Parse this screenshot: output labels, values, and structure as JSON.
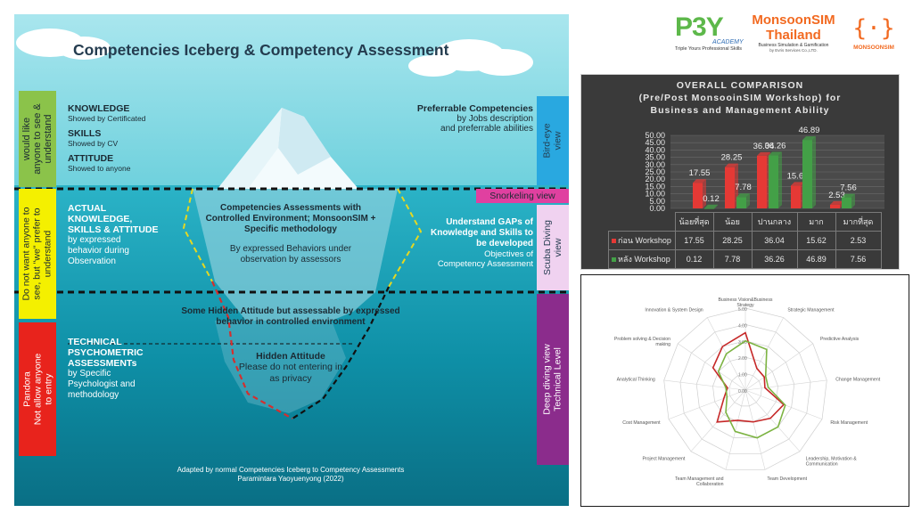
{
  "logos": {
    "p3y_main": "P3Y",
    "p3y_sub": "ACADEMY",
    "p3y_tagline": "Triple Yours Professional Skills",
    "monsoon_line1": "MonsoonSIM",
    "monsoon_line2": "Thailand",
    "monsoon_tag1": "Business Simulation & Gamification",
    "monsoon_tag2": "by Evris Services Co.,LTD.",
    "monsoon_brand": "MONSOONSIM",
    "brace_glyph": "{·}"
  },
  "iceberg": {
    "title": "Competencies Iceberg & Competency Assessment",
    "left_labels": {
      "green": "would like\nanyone to see &\nunderstand",
      "yellow": "Do not want anyone to\nsee, but \"we\" prefer to\nunderstand",
      "red": "Pandora\nNot allow anyone\nto entry"
    },
    "right_labels": {
      "birdeye": "Bird-eye\nview",
      "snorkeling": "Snorkeling view",
      "scuba": "Scuba Diving\nview",
      "deep": "Deep diving view\nTechnical Level"
    },
    "above": {
      "knowledge": "KNOWLEDGE",
      "knowledge_sub": "Showed by Certificated",
      "skills": "SKILLS",
      "skills_sub": "Showed by CV",
      "attitude": "ATTITUDE",
      "attitude_sub": "Showed to anyone"
    },
    "preferable": {
      "title": "Preferrable Competencies",
      "line1": "by Jobs description",
      "line2": "and preferrable abilities"
    },
    "actual": {
      "l1": "ACTUAL",
      "l2": "KNOWLEDGE,",
      "l3": "SKILLS & ATTITUDE",
      "s1": "by expressed",
      "s2": "behavior during",
      "s3": "Observation"
    },
    "center": {
      "t1": "Competencies Assessments with",
      "t2": "Controlled Environment; MonsoonSIM +",
      "t3": "Specific methodology",
      "s1": "By expressed Behaviors under",
      "s2": "observation by assessors"
    },
    "gaps": {
      "t1": "Understand GAPs of",
      "t2": "Knowledge and Skills  to",
      "t3": "be developed",
      "s1": "Objectives of",
      "s2": "Competency Assessment"
    },
    "hidden_some": {
      "l1": "Some Hidden Attitude but assessable by expressed",
      "l2": "behavior in controlled environment"
    },
    "technical": {
      "l1": "TECHNICAL",
      "l2": "PSYCHOMETRIC",
      "l3": "ASSESSMENTs",
      "s1": "by Specific",
      "s2": "Psychologist and",
      "s3": "methodology"
    },
    "hidden": {
      "title": "Hidden Attitude",
      "l1": "Please do not entering in",
      "l2": "as privacy"
    },
    "footer": {
      "l1": "Adapted by normal Competencies Iceberg to Competency Assessments",
      "l2": "Paramintara Yaoyuenyong (2022)"
    },
    "colors": {
      "green": "#8bc34a",
      "yellow": "#f4f000",
      "red": "#e8231c",
      "birdeye": "#29a8e0",
      "snorkel": "#e040a0",
      "scuba": "#f0d2f0",
      "deep": "#8b2c8c"
    }
  },
  "chart_data": [
    {
      "type": "bar",
      "title": "OVERALL COMPARISON",
      "subtitle1": "(Pre/Post MonsooinSIM Workshop) for",
      "subtitle2": "Business and Management Ability",
      "categories": [
        "น้อยที่สุด",
        "น้อย",
        "ปานกลาง",
        "มาก",
        "มากที่สุด"
      ],
      "series": [
        {
          "name": "ก่อน Workshop",
          "values": [
            17.55,
            28.25,
            36.04,
            15.62,
            2.53
          ],
          "color": "#e53935"
        },
        {
          "name": "หลัง Workshop",
          "values": [
            0.12,
            7.78,
            36.26,
            46.89,
            7.56
          ],
          "color": "#43a047"
        }
      ],
      "yticks": [
        "50.00",
        "45.00",
        "40.00",
        "35.00",
        "30.00",
        "25.00",
        "20.00",
        "15.00",
        "10.00",
        "5.00",
        "0.00"
      ],
      "ylim": [
        0,
        50
      ],
      "grid": true
    },
    {
      "type": "radar",
      "axes": [
        "Business Vision&Business Strategy",
        "Strategic Management",
        "Predictive Analysis",
        "Change Management",
        "Risk Management",
        "Leadership, Motivation & Communication",
        "Team Development",
        "Team Management and Collaboration",
        "Project Management",
        "Cost Management",
        "Analytical Thinking",
        "Problem solving & Decision making",
        "Innovation & System Design"
      ],
      "rticks": [
        "0.00",
        "1.00",
        "2.00",
        "3.00",
        "4.00",
        "5.00"
      ],
      "rlim": [
        0,
        5
      ],
      "series": [
        {
          "color": "#c62828",
          "values": [
            3.5,
            1.5,
            1.4,
            1.2,
            2.5,
            2.3,
            2.0,
            1.9,
            2.6,
            1.4,
            1.1,
            2.4,
            3.0
          ]
        },
        {
          "color": "#7cb342",
          "values": [
            3.0,
            2.8,
            1.5,
            1.4,
            2.6,
            3.0,
            3.0,
            2.6,
            1.8,
            1.2,
            1.2,
            2.0,
            2.5
          ]
        }
      ]
    }
  ]
}
